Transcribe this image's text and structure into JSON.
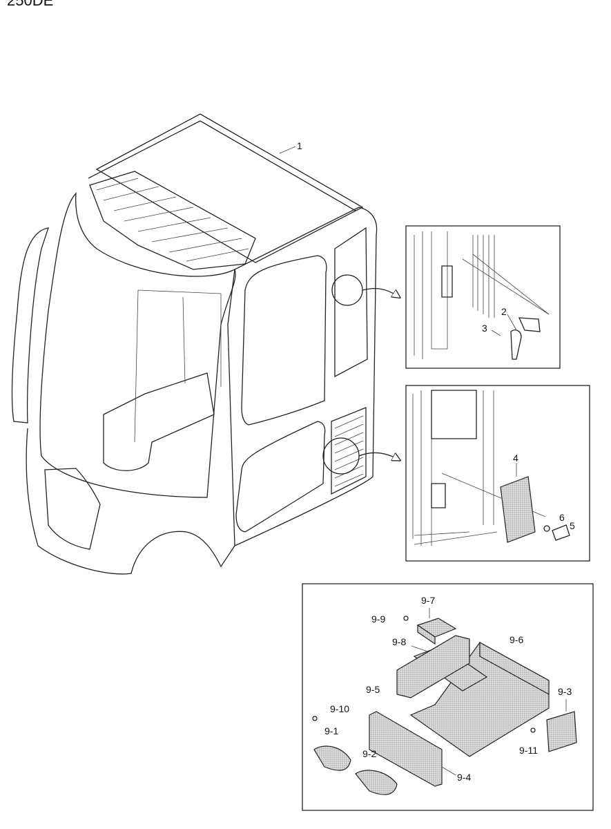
{
  "header": {
    "model": "250DE"
  },
  "colors": {
    "line": "#222222",
    "pad_fill": "#d9d9d9"
  },
  "labels": {
    "cab": "1",
    "l2": "2",
    "l3": "3",
    "l4": "4",
    "l5": "5",
    "l6": "6",
    "p9_1": "9-1",
    "p9_2": "9-2",
    "p9_3": "9-3",
    "p9_4": "9-4",
    "p9_5": "9-5",
    "p9_6": "9-6",
    "p9_7": "9-7",
    "p9_8": "9-8",
    "p9_9": "9-9",
    "p9_10": "9-10",
    "p9_11": "9-11"
  }
}
